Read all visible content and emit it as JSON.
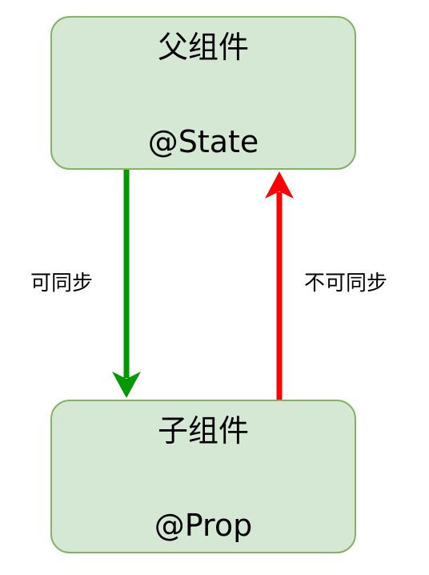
{
  "nodes": {
    "parent": {
      "title": "父组件",
      "decorator": "@State"
    },
    "child": {
      "title": "子组件",
      "decorator": "@Prop"
    }
  },
  "edges": {
    "parent_to_child": {
      "label": "可同步",
      "color": "#009900"
    },
    "child_to_parent": {
      "label": "不可同步",
      "color": "#ff0000"
    }
  },
  "colors": {
    "node_fill": "#d5e8d4",
    "node_border": "#82b366"
  }
}
